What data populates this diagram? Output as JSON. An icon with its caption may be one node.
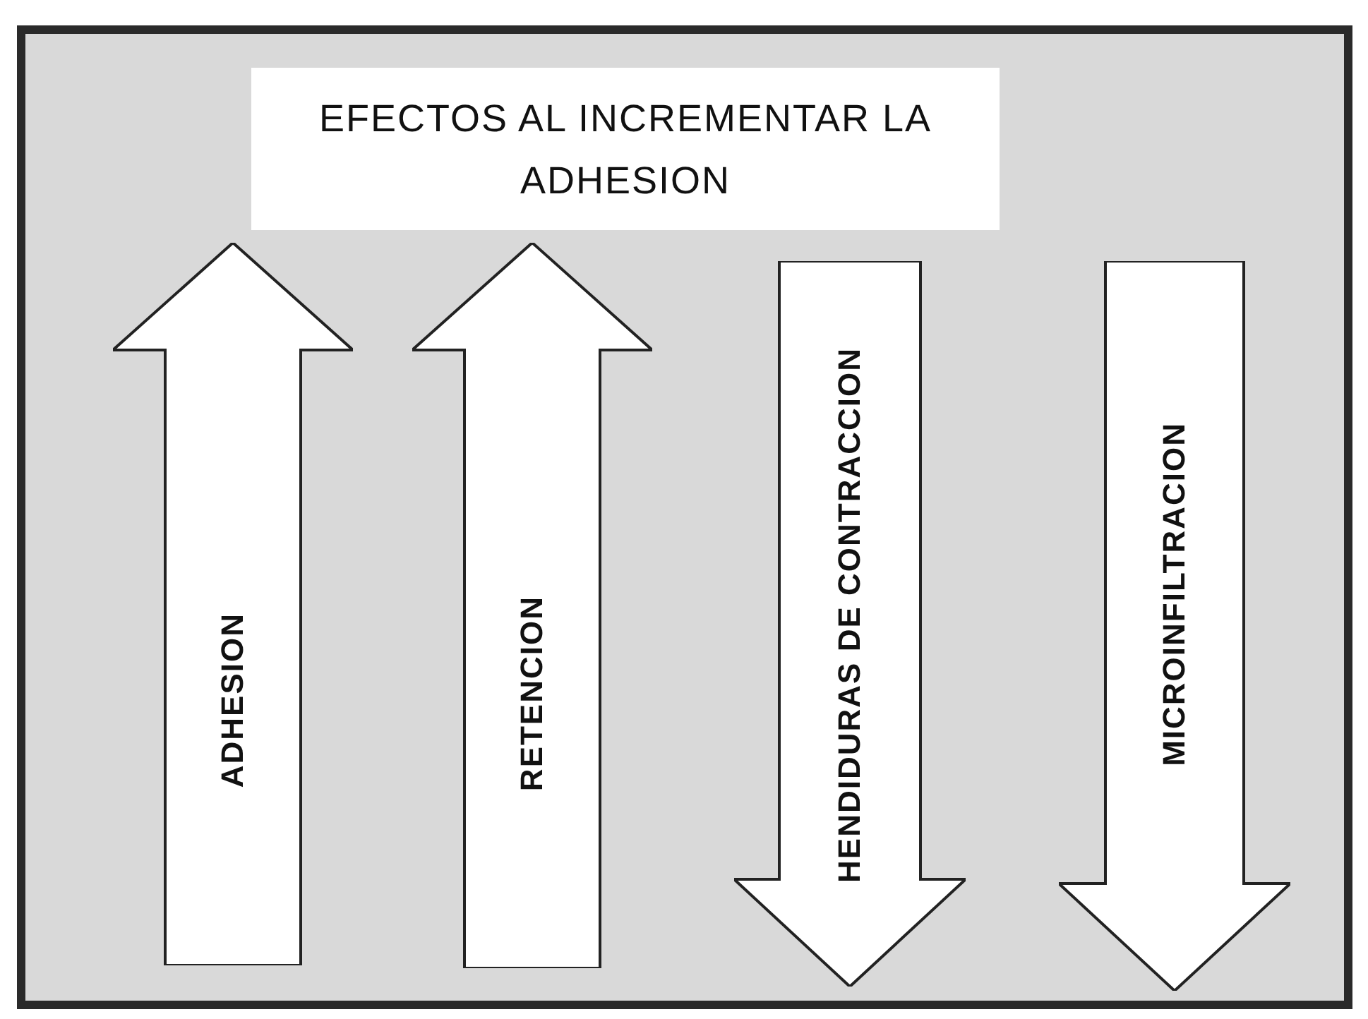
{
  "diagram": {
    "title": "EFECTOS AL INCREMENTAR LA ADHESION",
    "nodes": [
      {
        "text": [
          "ADHESION"
        ]
      },
      {
        "text": [
          "RETENCION"
        ]
      },
      {
        "text": [
          "HENDIDURAS DE CONTRACCION"
        ]
      },
      {
        "text": [
          "MICROINFILTRACION"
        ]
      }
    ]
  }
}
